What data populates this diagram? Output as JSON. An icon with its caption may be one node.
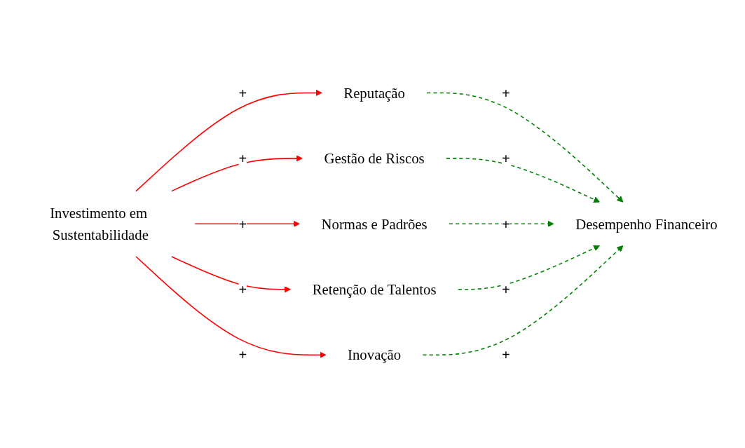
{
  "diagram": {
    "nodes": [
      {
        "text": [
          "Reputação"
        ]
      },
      {
        "text": [
          "Desempenho Financeiro"
        ]
      },
      {
        "text": [
          "Gestão de Riscos"
        ]
      },
      {
        "text": [
          "Normas e Padrões"
        ]
      },
      {
        "text": [
          "Retenção de Talentos"
        ]
      },
      {
        "text": [
          "Investimento em Sustentabilidade"
        ]
      },
      {
        "text": [
          "Inovação"
        ]
      }
    ],
    "edges": [
      {
        "from": 5,
        "to": 0,
        "arrow": "to",
        "label": "+",
        "color": "#ff0000"
      },
      {
        "from": 5,
        "to": 2,
        "arrow": "to",
        "label": "+",
        "color": "#ff0000"
      },
      {
        "from": 5,
        "to": 3,
        "arrow": "to",
        "label": "+",
        "color": "#ff0000"
      },
      {
        "from": 5,
        "to": 4,
        "arrow": "to",
        "label": "+",
        "color": "#ff0000"
      },
      {
        "from": 5,
        "to": 6,
        "arrow": "to",
        "label": "+",
        "color": "#ff0000"
      },
      {
        "from": 0,
        "to": 1,
        "arrow": "to",
        "label": "+",
        "style": "dashed",
        "color": "#008000"
      },
      {
        "from": 2,
        "to": 1,
        "arrow": "to",
        "label": "+",
        "style": "dashed",
        "color": "#008000"
      },
      {
        "from": 3,
        "to": 1,
        "arrow": "to",
        "label": "+",
        "style": "dashed",
        "color": "#008000"
      },
      {
        "from": 4,
        "to": 1,
        "arrow": "to",
        "label": "+",
        "style": "dashed",
        "color": "#008000"
      },
      {
        "from": 6,
        "to": 1,
        "arrow": "to",
        "label": "+",
        "style": "dashed",
        "color": "#008000"
      }
    ]
  }
}
